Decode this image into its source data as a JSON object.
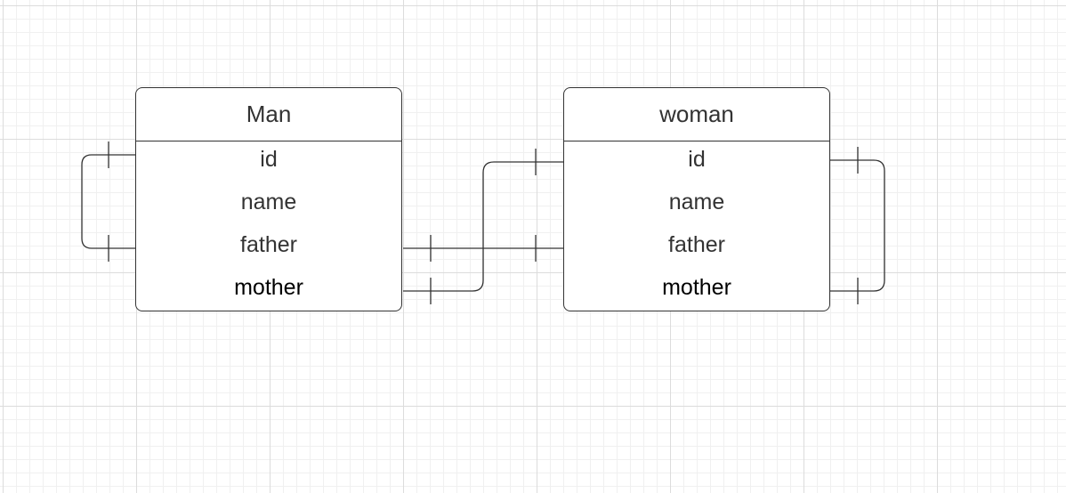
{
  "entities": [
    {
      "name": "Man",
      "fields": [
        "id",
        "name",
        "father",
        "mother"
      ]
    },
    {
      "name": "woman",
      "fields": [
        "id",
        "name",
        "father",
        "mother"
      ]
    }
  ],
  "colors": {
    "line": "#333333",
    "grid_major": "#dcdcdc",
    "grid_minor": "#f0f0f0",
    "field_text": "#333333",
    "mother_text": "#000000"
  }
}
